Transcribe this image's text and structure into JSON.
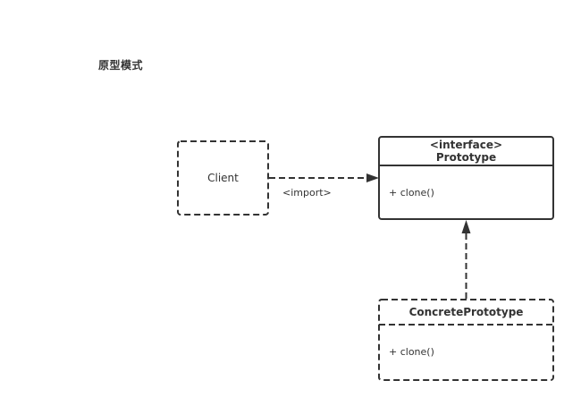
{
  "title": "原型模式",
  "client": {
    "label": "Client"
  },
  "prototype": {
    "stereotype": "<interface>",
    "name": "Prototype",
    "method": "+ clone()"
  },
  "concrete": {
    "name": "ConcretePrototype",
    "method": "+ clone()"
  },
  "import_relation": {
    "label": "<import>"
  },
  "colors": {
    "stroke": "#333333",
    "background": "#ffffff"
  }
}
